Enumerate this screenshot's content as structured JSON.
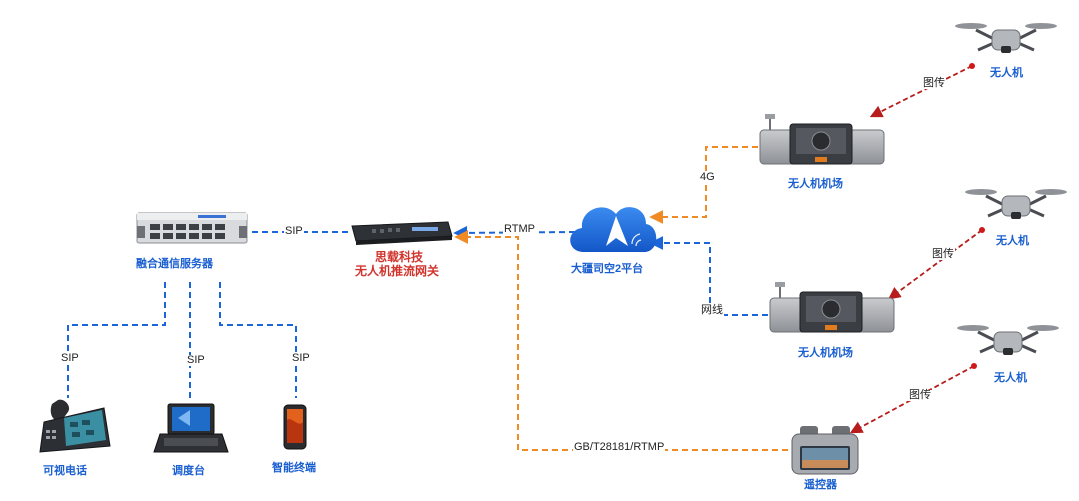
{
  "nodes": {
    "server": "融合通信服务器",
    "gateway_line1": "思载科技",
    "gateway_line2": "无人机推流网关",
    "platform": "大疆司空2平台",
    "dock_top": "无人机机场",
    "dock_bottom": "无人机机场",
    "drone_1": "无人机",
    "drone_2": "无人机",
    "drone_3": "无人机",
    "remote": "遥控器",
    "phone": "可视电话",
    "console": "调度台",
    "terminal": "智能终端"
  },
  "edges": {
    "server_gateway": "SIP",
    "gateway_platform": "RTMP",
    "dock_top_platform": "4G",
    "dock_bottom_platform": "网线",
    "remote_gateway": "GB/T28181/RTMP",
    "phone": "SIP",
    "console": "SIP",
    "terminal": "SIP",
    "drone_1_link": "图传",
    "drone_2_link": "图传",
    "drone_3_link": "图传"
  },
  "colors": {
    "blue_link": "#1a66d9",
    "orange_link": "#f08a24",
    "red_link": "#b81d1d",
    "label_blue": "#1a5fd0",
    "label_red": "#d0342c"
  }
}
